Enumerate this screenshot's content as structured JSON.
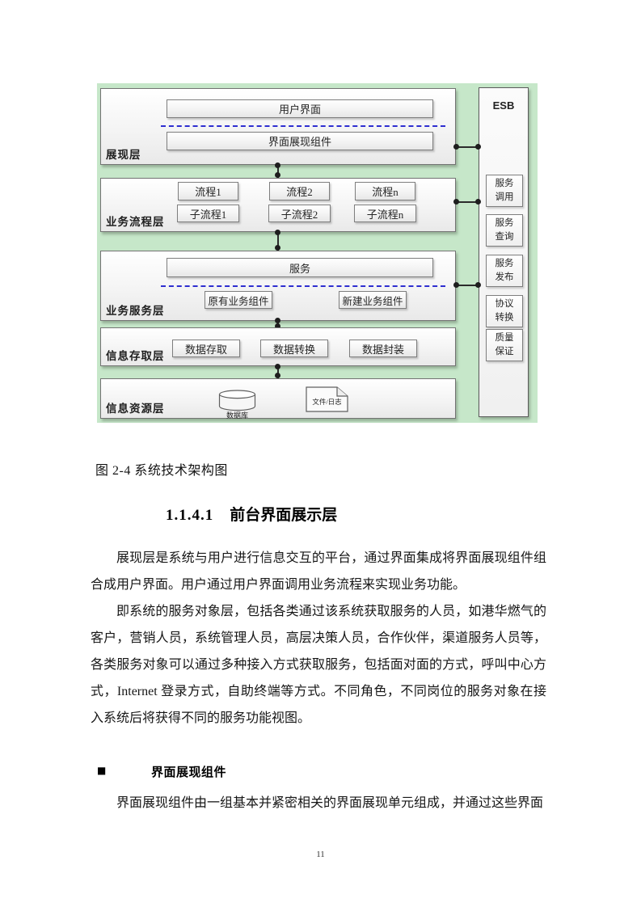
{
  "figure": {
    "caption": "图 2-4 系统技术架构图"
  },
  "diagram": {
    "layers": {
      "presentation": {
        "label": "展现层",
        "user_interface": "用户界面",
        "ui_component": "界面展现组件"
      },
      "process": {
        "label": "业务流程层",
        "processes": [
          "流程1",
          "流程2",
          "流程n"
        ],
        "subprocesses": [
          "子流程1",
          "子流程2",
          "子流程n"
        ]
      },
      "service": {
        "label": "业务服务层",
        "service": "服务",
        "legacy_component": "原有业务组件",
        "new_component": "新建业务组件"
      },
      "access": {
        "label": "信息存取层",
        "items": [
          "数据存取",
          "数据转换",
          "数据封装"
        ]
      },
      "resource": {
        "label": "信息资源层",
        "database_label": "数据库",
        "file_log_label": "文件/日志"
      }
    },
    "esb": {
      "title": "ESB",
      "modules": [
        "服务\n调用",
        "服务\n查询",
        "服务\n发布",
        "协议\n转换",
        "质量\n保证"
      ]
    },
    "icons": {
      "database": "database-cylinder-icon",
      "file_log": "document-icon"
    },
    "colors": {
      "background": "#c6e7c9",
      "dashed_divider": "#2e2ed0",
      "box_border": "#7a7a7a",
      "connector": "#2b2b2b"
    }
  },
  "section": {
    "number": "1.1.4.1",
    "title": "前台界面展示层"
  },
  "body": {
    "paragraph1": "展现层是系统与用户进行信息交互的平台，通过界面集成将界面展现组件组合成用户界面。用户通过用户界面调用业务流程来实现业务功能。",
    "paragraph2": "即系统的服务对象层，包括各类通过该系统获取服务的人员，如港华燃气的客户，营销人员，系统管理人员，高层决策人员，合作伙伴，渠道服务人员等，各类服务对象可以通过多种接入方式获取服务，包括面对面的方式，呼叫中心方式，Internet 登录方式，自助终端等方式。不同角色，不同岗位的服务对象在接入系统后将获得不同的服务功能视图。",
    "bullet": {
      "marker": "■",
      "label": "界面展现组件"
    },
    "paragraph3": "界面展现组件由一组基本并紧密相关的界面展现单元组成，并通过这些界面"
  },
  "footer": {
    "page_number": "11"
  }
}
